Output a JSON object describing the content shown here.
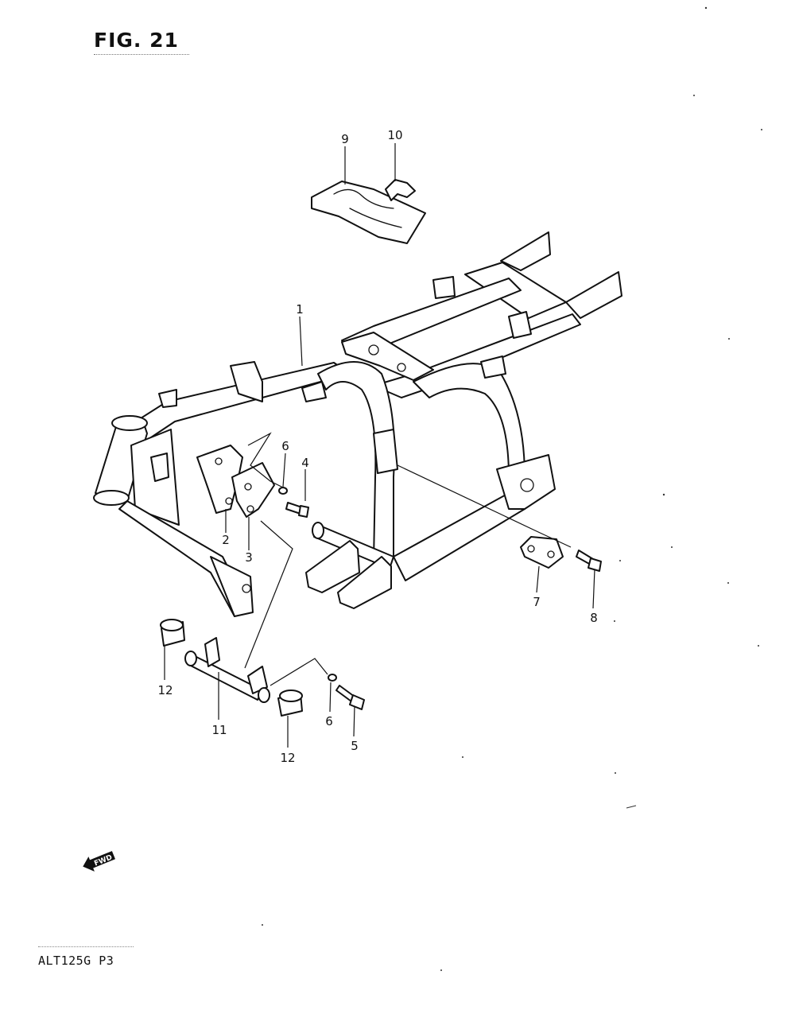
{
  "figure": {
    "title": "FIG. 21",
    "model_code": "ALT125G  P3"
  },
  "forward_marker": {
    "text": "FWD",
    "icon": "forward-arrow-icon"
  },
  "callouts": [
    {
      "id": "c1",
      "text": "1"
    },
    {
      "id": "c2",
      "text": "2"
    },
    {
      "id": "c3",
      "text": "3"
    },
    {
      "id": "c4",
      "text": "4"
    },
    {
      "id": "c5",
      "text": "5"
    },
    {
      "id": "c6a",
      "text": "6"
    },
    {
      "id": "c6b",
      "text": "6"
    },
    {
      "id": "c7",
      "text": "7"
    },
    {
      "id": "c8",
      "text": "8"
    },
    {
      "id": "c9",
      "text": "9"
    },
    {
      "id": "c10",
      "text": "10"
    },
    {
      "id": "c11",
      "text": "11"
    },
    {
      "id": "c12a",
      "text": "12"
    },
    {
      "id": "c12b",
      "text": "12"
    }
  ]
}
